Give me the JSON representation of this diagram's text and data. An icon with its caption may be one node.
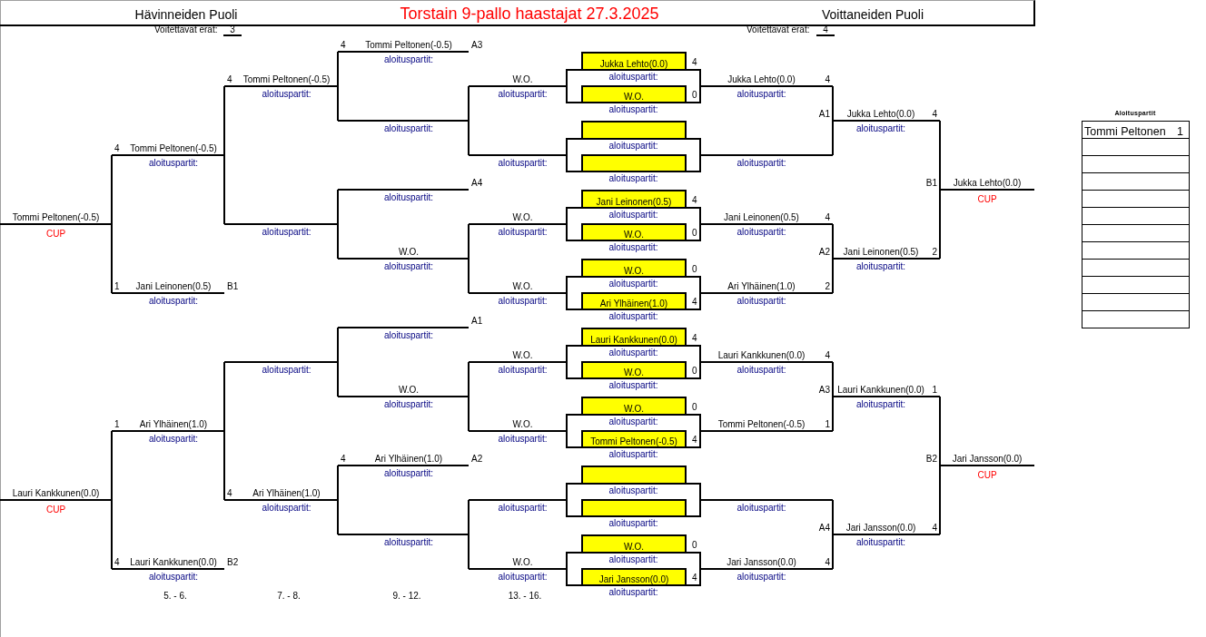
{
  "diagram": {
    "title": "Torstain 9-pallo haastajat 27.3.2025",
    "nodes": [
      {
        "text": [
          "Tommi Peltonen(-0.5)",
          "CUP"
        ]
      },
      {
        "text": [
          "Lauri Kankkunen(0.0)",
          "CUP"
        ]
      },
      {
        "text": [
          "4",
          "Tommi Peltonen(-0.5)",
          "aloituspartit:"
        ]
      },
      {
        "text": [
          "1",
          "Jani Leinonen(0.5)",
          "aloituspartit:"
        ],
        "beside": [
          "B1"
        ]
      },
      {
        "text": [
          "1",
          "Ari Ylhäinen(1.0)",
          "aloituspartit:"
        ]
      },
      {
        "text": [
          "4",
          "Lauri Kankkunen(0.0)",
          "aloituspartit:"
        ],
        "beside": [
          "B2"
        ]
      },
      {
        "text": [
          "4",
          "Tommi Peltonen(-0.5)",
          "aloituspartit:"
        ]
      },
      {
        "text": [
          "aloituspartit:"
        ]
      },
      {
        "text": [
          "aloituspartit:"
        ]
      },
      {
        "text": [
          "4",
          "Ari Ylhäinen(1.0)",
          "aloituspartit:"
        ]
      },
      {
        "text": [
          "4",
          "Tommi Peltonen(-0.5)",
          "aloituspartit:"
        ],
        "beside": [
          "A3"
        ]
      },
      {
        "text": [
          "aloituspartit:"
        ]
      },
      {
        "text": [
          "aloituspartit:"
        ],
        "beside": [
          "A4"
        ]
      },
      {
        "text": [
          "W.O.",
          "aloituspartit:"
        ]
      },
      {
        "text": [
          "aloituspartit:"
        ],
        "beside": [
          "A1"
        ]
      },
      {
        "text": [
          "W.O.",
          "aloituspartit:"
        ]
      },
      {
        "text": [
          "4",
          "Ari Ylhäinen(1.0)",
          "aloituspartit:"
        ],
        "beside": [
          "A2"
        ]
      },
      {
        "text": [
          "aloituspartit:"
        ]
      },
      {
        "text": [
          "W.O.",
          "aloituspartit:"
        ]
      },
      {
        "text": [
          "aloituspartit:"
        ]
      },
      {
        "text": [
          "W.O.",
          "aloituspartit:"
        ]
      },
      {
        "text": [
          "W.O.",
          "aloituspartit:"
        ]
      },
      {
        "text": [
          "W.O.",
          "aloituspartit:"
        ]
      },
      {
        "text": [
          "W.O.",
          "aloituspartit:"
        ]
      },
      {
        "text": [
          "aloituspartit:"
        ]
      },
      {
        "text": [
          "W.O.",
          "aloituspartit:"
        ]
      },
      {
        "text": [
          "Jukka Lehto(0.0)"
        ],
        "beside": [
          "4"
        ]
      },
      {
        "text": [
          "aloituspartit:"
        ],
        "beside": [
          "aloituspartit:"
        ]
      },
      {
        "text": [
          "W.O."
        ],
        "beside": [
          "0"
        ],
        "in": 27
      },
      {
        "text": [],
        "shape": "box"
      },
      {
        "text": [
          "aloituspartit:"
        ],
        "beside": [
          "aloituspartit:"
        ]
      },
      {
        "text": [],
        "shape": "box",
        "in": 30
      },
      {
        "text": [
          "Jani Leinonen(0.5)"
        ],
        "beside": [
          "4"
        ]
      },
      {
        "text": [
          "aloituspartit:"
        ],
        "beside": [
          "aloituspartit:"
        ]
      },
      {
        "text": [
          "W.O."
        ],
        "beside": [
          "0"
        ],
        "in": 33
      },
      {
        "text": [
          "W.O."
        ],
        "beside": [
          "0"
        ]
      },
      {
        "text": [
          "aloituspartit:"
        ],
        "beside": [
          "aloituspartit:"
        ]
      },
      {
        "text": [
          "Ari Ylhäinen(1.0)"
        ],
        "beside": [
          "4"
        ],
        "in": 36
      },
      {
        "text": [
          "Lauri Kankkunen(0.0)"
        ],
        "beside": [
          "4"
        ]
      },
      {
        "text": [
          "aloituspartit:"
        ],
        "beside": [
          "aloituspartit:"
        ]
      },
      {
        "text": [
          "W.O."
        ],
        "beside": [
          "0"
        ],
        "in": 39
      },
      {
        "text": [
          "W.O."
        ],
        "beside": [
          "0"
        ]
      },
      {
        "text": [
          "aloituspartit:"
        ],
        "beside": [
          "aloituspartit:"
        ]
      },
      {
        "text": [
          "Tommi Peltonen(-0.5)"
        ],
        "beside": [
          "4"
        ],
        "in": 42
      },
      {
        "text": [],
        "shape": "box"
      },
      {
        "text": [
          "aloituspartit:"
        ],
        "beside": [
          "aloituspartit:"
        ]
      },
      {
        "text": [],
        "shape": "box",
        "in": 45
      },
      {
        "text": [
          "W.O."
        ],
        "beside": [
          "0"
        ]
      },
      {
        "text": [
          "aloituspartit:"
        ],
        "beside": [
          "aloituspartit:"
        ]
      },
      {
        "text": [
          "Jari Jansson(0.0)"
        ],
        "beside": [
          "4"
        ],
        "in": 48
      },
      {
        "text": [
          "Jukka Lehto(0.0)",
          "4",
          "aloituspartit:"
        ]
      },
      {
        "text": [
          "aloituspartit:"
        ]
      },
      {
        "text": [
          "Jani Leinonen(0.5)",
          "4",
          "aloituspartit:"
        ]
      },
      {
        "text": [
          "Ari Ylhäinen(1.0)",
          "2",
          "aloituspartit:"
        ]
      },
      {
        "text": [
          "Lauri Kankkunen(0.0)",
          "4",
          "aloituspartit:"
        ]
      },
      {
        "text": [
          "Tommi Peltonen(-0.5)",
          "1"
        ]
      },
      {
        "text": [
          "aloituspartit:"
        ]
      },
      {
        "text": [
          "Jari Jansson(0.0)",
          "4",
          "aloituspartit:"
        ]
      },
      {
        "text": [
          "Jukka Lehto(0.0)",
          "4",
          "aloituspartit:"
        ],
        "beside": [
          "A1"
        ]
      },
      {
        "text": [
          "Jani Leinonen(0.5)",
          "2",
          "aloituspartit:"
        ],
        "beside": [
          "A2"
        ]
      },
      {
        "text": [
          "Lauri Kankkunen(0.0)",
          "1",
          "aloituspartit:"
        ],
        "beside": [
          "A3"
        ]
      },
      {
        "text": [
          "Jari Jansson(0.0)",
          "4",
          "aloituspartit:"
        ],
        "beside": [
          "A4"
        ]
      },
      {
        "text": [
          "Jukka Lehto(0.0)",
          "CUP"
        ],
        "beside": [
          "B1"
        ]
      },
      {
        "text": [
          "Jari Jansson(0.0)",
          "CUP"
        ],
        "beside": [
          "B2"
        ]
      }
    ],
    "edges": [
      {
        "from": 2,
        "to": 0,
        "arrow": "none"
      },
      {
        "from": 3,
        "to": 0,
        "arrow": "none"
      },
      {
        "from": 4,
        "to": 1,
        "arrow": "none"
      },
      {
        "from": 5,
        "to": 1,
        "arrow": "none"
      },
      {
        "from": 6,
        "to": 2,
        "arrow": "none"
      },
      {
        "from": 7,
        "to": 2,
        "arrow": "none"
      },
      {
        "from": 8,
        "to": 4,
        "arrow": "none"
      },
      {
        "from": 9,
        "to": 4,
        "arrow": "none"
      },
      {
        "from": 10,
        "to": 6,
        "arrow": "none"
      },
      {
        "from": 11,
        "to": 6,
        "arrow": "none"
      },
      {
        "from": 12,
        "to": 7,
        "arrow": "none"
      },
      {
        "from": 13,
        "to": 7,
        "arrow": "none"
      },
      {
        "from": 14,
        "to": 8,
        "arrow": "none"
      },
      {
        "from": 15,
        "to": 8,
        "arrow": "none"
      },
      {
        "from": 16,
        "to": 9,
        "arrow": "none"
      },
      {
        "from": 17,
        "to": 9,
        "arrow": "none"
      },
      {
        "from": 18,
        "to": 11,
        "arrow": "none"
      },
      {
        "from": 19,
        "to": 11,
        "arrow": "none"
      },
      {
        "from": 20,
        "to": 13,
        "arrow": "none"
      },
      {
        "from": 21,
        "to": 13,
        "arrow": "none"
      },
      {
        "from": 22,
        "to": 15,
        "arrow": "none"
      },
      {
        "from": 23,
        "to": 15,
        "arrow": "none"
      },
      {
        "from": 24,
        "to": 17,
        "arrow": "none"
      },
      {
        "from": 25,
        "to": 17,
        "arrow": "none"
      },
      {
        "from": 50,
        "to": 58,
        "arrow": "none"
      },
      {
        "from": 51,
        "to": 58,
        "arrow": "none"
      },
      {
        "from": 52,
        "to": 59,
        "arrow": "none"
      },
      {
        "from": 53,
        "to": 59,
        "arrow": "none"
      },
      {
        "from": 54,
        "to": 60,
        "arrow": "none"
      },
      {
        "from": 55,
        "to": 60,
        "arrow": "none"
      },
      {
        "from": 56,
        "to": 61,
        "arrow": "none"
      },
      {
        "from": 57,
        "to": 61,
        "arrow": "none"
      },
      {
        "from": 58,
        "to": 62,
        "arrow": "none"
      },
      {
        "from": 59,
        "to": 62,
        "arrow": "none"
      },
      {
        "from": 60,
        "to": 63,
        "arrow": "none"
      },
      {
        "from": 61,
        "to": 63,
        "arrow": "none"
      }
    ],
    "labels": [
      "Hävinneiden Puoli",
      "Voittaneiden Puoli",
      "Voitettavat erät:",
      "3",
      "Voitettavat erät:",
      "4",
      "Aloituspartit",
      "Tommi Peltonen",
      "1",
      "5. - 6.",
      "7. - 8.",
      "9. - 12.",
      "13. - 16."
    ]
  }
}
